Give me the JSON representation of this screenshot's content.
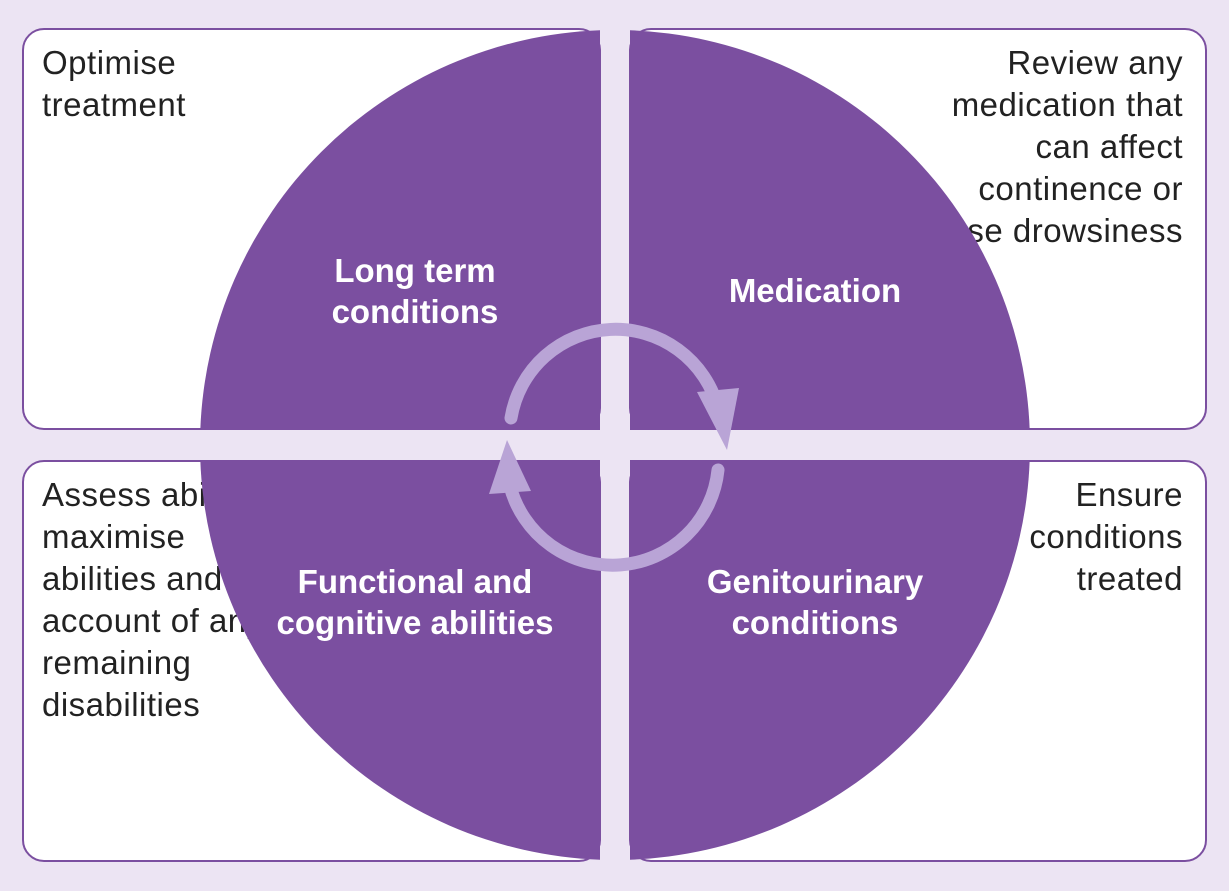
{
  "colors": {
    "background": "#ece4f3",
    "quadrant_fill": "#7b4fa0",
    "box_border": "#7b4fa0",
    "cycle_arrow": "#b9a4d6",
    "quadrant_text": "#ffffff"
  },
  "quadrants": {
    "top_left": {
      "label": "Long term conditions",
      "note": "Optimise treatment"
    },
    "top_right": {
      "label": "Medication",
      "note": "Review any medication that can affect continence or cause drowsiness"
    },
    "bottom_left": {
      "label": "Functional and cognitive abilities",
      "note": "Assess abilities, maximise abilities and take account of any remaining disabilities"
    },
    "bottom_right": {
      "label": "Genitourinary conditions",
      "note": "Ensure conditions treated"
    }
  },
  "cycle": {
    "icon": "cycle-arrows-icon"
  }
}
